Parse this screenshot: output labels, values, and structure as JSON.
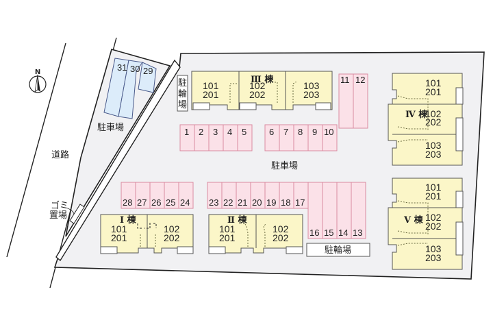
{
  "map": {
    "compass": {
      "label": "N"
    },
    "road_label": "道路",
    "garbage_label_line1": "ゴミ",
    "garbage_label_line2": "置場",
    "parking_label_main": "駐車場",
    "parking_label_small": "駐車場",
    "bicycle_label_left": [
      "駐",
      "輪",
      "場"
    ],
    "bicycle_label_bottom": "駐輪場",
    "parking_spaces": {
      "row_top_a": [
        "1",
        "2",
        "3",
        "4",
        "5"
      ],
      "row_top_b": [
        "6",
        "7",
        "8",
        "9",
        "10"
      ],
      "vertical_pair": [
        "11",
        "12"
      ],
      "vertical_quad": [
        "16",
        "15",
        "14",
        "13"
      ],
      "row_mid_b": [
        "23",
        "22",
        "21",
        "20",
        "19",
        "18",
        "17"
      ],
      "row_mid_a": [
        "28",
        "27",
        "26",
        "25",
        "24"
      ],
      "blue": [
        "31",
        "30",
        "29"
      ]
    },
    "buildings": {
      "b1": {
        "name": "Ⅰ 棟",
        "units": [
          [
            "101",
            "201"
          ],
          [
            "102",
            "202"
          ]
        ]
      },
      "b2": {
        "name": "Ⅱ 棟",
        "units": [
          [
            "101",
            "201"
          ],
          [
            "102",
            "202"
          ]
        ]
      },
      "b3": {
        "name": "Ⅲ 棟",
        "units": [
          [
            "101",
            "201"
          ],
          [
            "102",
            "202"
          ],
          [
            "103",
            "203"
          ]
        ]
      },
      "b4": {
        "name": "Ⅳ 棟",
        "units": [
          [
            "101",
            "201"
          ],
          [
            "102",
            "202"
          ],
          [
            "103",
            "203"
          ]
        ]
      },
      "b5": {
        "name": "Ⅴ 棟",
        "units": [
          [
            "101",
            "201"
          ],
          [
            "102",
            "202"
          ],
          [
            "103",
            "203"
          ]
        ]
      }
    },
    "colors": {
      "parking_pink": "#fbe1e8",
      "parking_blue": "#dcecfa",
      "building_yellow": "#fbf6c8",
      "lot_gray": "#f1f1f3"
    }
  }
}
